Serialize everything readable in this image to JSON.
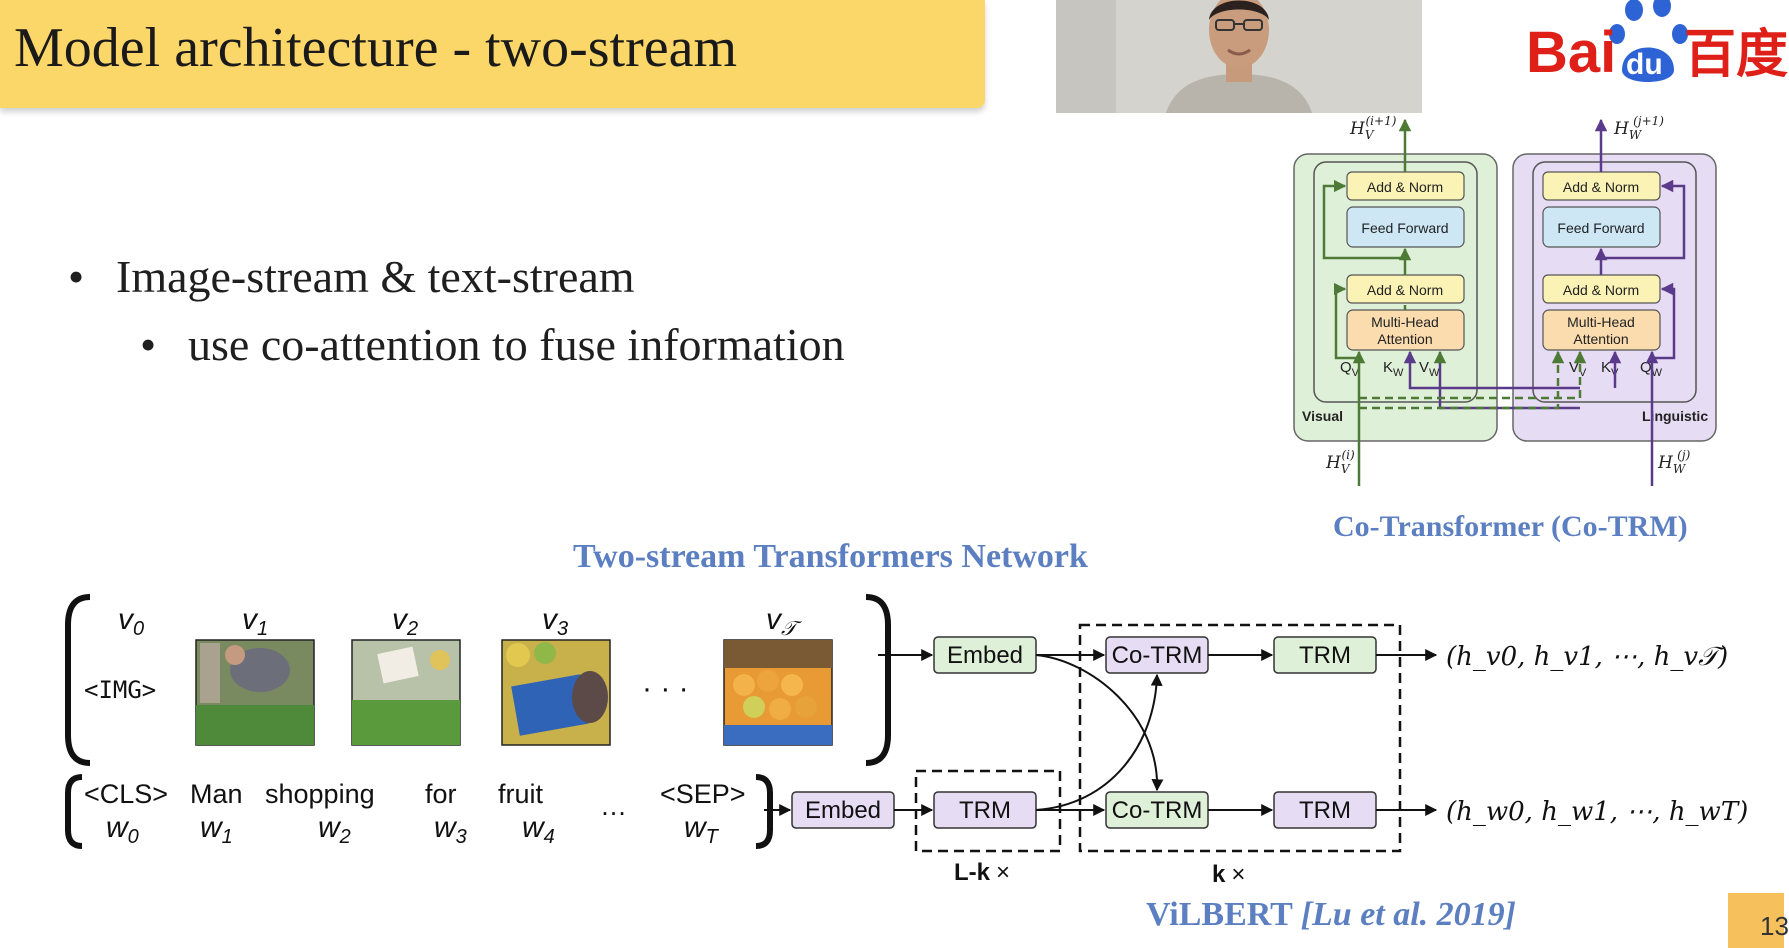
{
  "slide": {
    "title": "Model architecture - two-stream",
    "bullet_1": "Image-stream & text-stream",
    "bullet_2": "use co-attention to fuse information",
    "caption_network": "Two-stream Transformers Network",
    "caption_cotrm": "Co-Transformer (Co-TRM)",
    "caption_vilbert": "ViLBERT",
    "caption_vilbert_cite": "[Lu et al. 2019]",
    "page_number": "13"
  },
  "logo": {
    "text_a": "Bai",
    "text_b": "du",
    "text_c": "百度"
  },
  "co_trm": {
    "visual_label": "Visual",
    "linguistic_label": "Linguistic",
    "add_norm": "Add & Norm",
    "feed_forward": "Feed Forward",
    "mha_line1": "Multi-Head",
    "mha_line2": "Attention",
    "visual_inputs": [
      "Q",
      "K",
      "V"
    ],
    "visual_input_subs": [
      "V",
      "W",
      "W"
    ],
    "linguistic_inputs": [
      "V",
      "K",
      "Q"
    ],
    "linguistic_input_subs": [
      "V",
      "V",
      "W"
    ],
    "hv_out": "H",
    "hv_out_sub": "V",
    "hv_out_sup": "(i+1)",
    "hw_out": "H",
    "hw_out_sub": "W",
    "hw_out_sup": "(j+1)",
    "hv_in_sup": "(i)",
    "hw_in_sup": "(j)"
  },
  "network": {
    "visual_tokens": [
      "v",
      "v",
      "v",
      "v",
      "v"
    ],
    "visual_token_subs": [
      "0",
      "1",
      "2",
      "3",
      "𝒯"
    ],
    "img_token": "<IMG>",
    "dots": "· · ·",
    "text_tokens": [
      "<CLS>",
      "Man",
      "shopping",
      "for",
      "fruit",
      "…",
      "<SEP>"
    ],
    "word_tokens": [
      "w",
      "w",
      "w",
      "w",
      "w",
      "w"
    ],
    "word_token_subs": [
      "0",
      "1",
      "2",
      "3",
      "4",
      "T"
    ],
    "embed_label": "Embed",
    "co_trm_label": "Co-TRM",
    "trm_label": "TRM",
    "visual_output": "(h_v0, h_v1, ⋯, h_v𝒯)",
    "text_output": "(h_w0, h_w1, ⋯, h_wT)",
    "l_k_label": "L-k",
    "k_label": "k",
    "times": "×"
  },
  "colors": {
    "title_bg": "#fbd769",
    "caption_blue": "#5b7fc0",
    "green_fill": "#dff0d8",
    "purple_fill": "#e6dcf3",
    "add_norm_fill": "#fbf3b5",
    "feed_forward_fill": "#cde7f5",
    "mha_fill": "#fbdcae",
    "green_arrow": "#4d7a35",
    "purple_arrow": "#5a3a8a",
    "baidu_red": "#de2019",
    "baidu_blue": "#2e63d6"
  }
}
